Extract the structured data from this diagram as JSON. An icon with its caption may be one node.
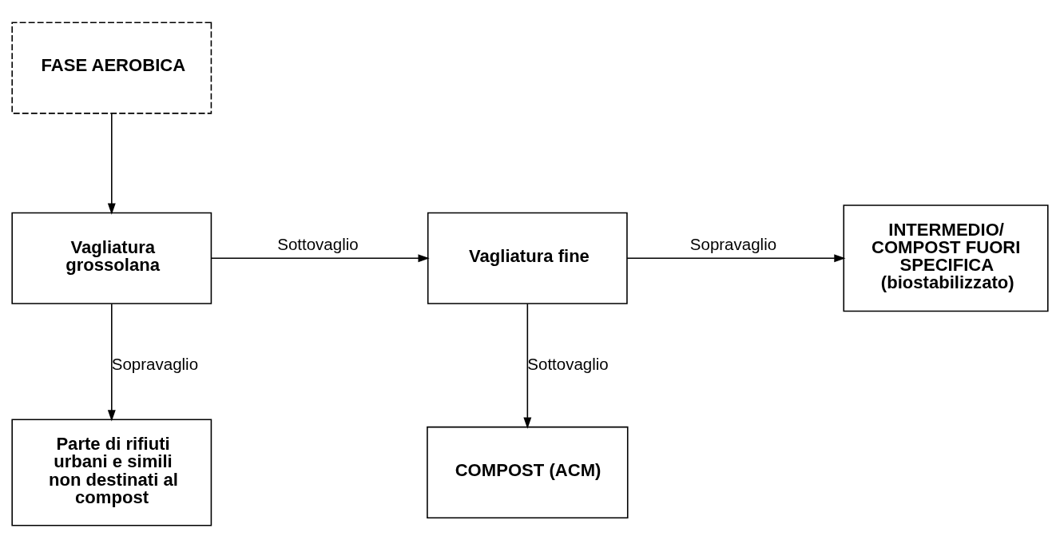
{
  "diagram": {
    "nodes": [
      {
        "text": [
          "FASE AEROBICA"
        ]
      },
      {
        "text": [
          "Vagliatura grossolana"
        ]
      },
      {
        "text": [
          "Vagliatura fine"
        ]
      },
      {
        "text": [
          "INTERMEDIO/ COMPOST FUORI SPECIFICA (biostabilizzato)"
        ]
      },
      {
        "text": [
          "Parte di rifiuti urbani e simili non destinati al compost"
        ]
      },
      {
        "text": [
          "COMPOST (ACM)"
        ]
      }
    ],
    "edges": [
      {
        "from": 0,
        "to": 1,
        "arrow": "to"
      },
      {
        "from": 1,
        "to": 2,
        "arrow": "to",
        "label": "Sottovaglio"
      },
      {
        "from": 1,
        "to": 4,
        "arrow": "to",
        "label": "Sopravaglio"
      },
      {
        "from": 2,
        "to": 3,
        "arrow": "to",
        "label": "Sopravaglio"
      },
      {
        "from": 2,
        "to": 5,
        "arrow": "to",
        "label": "Sottovaglio"
      }
    ]
  }
}
